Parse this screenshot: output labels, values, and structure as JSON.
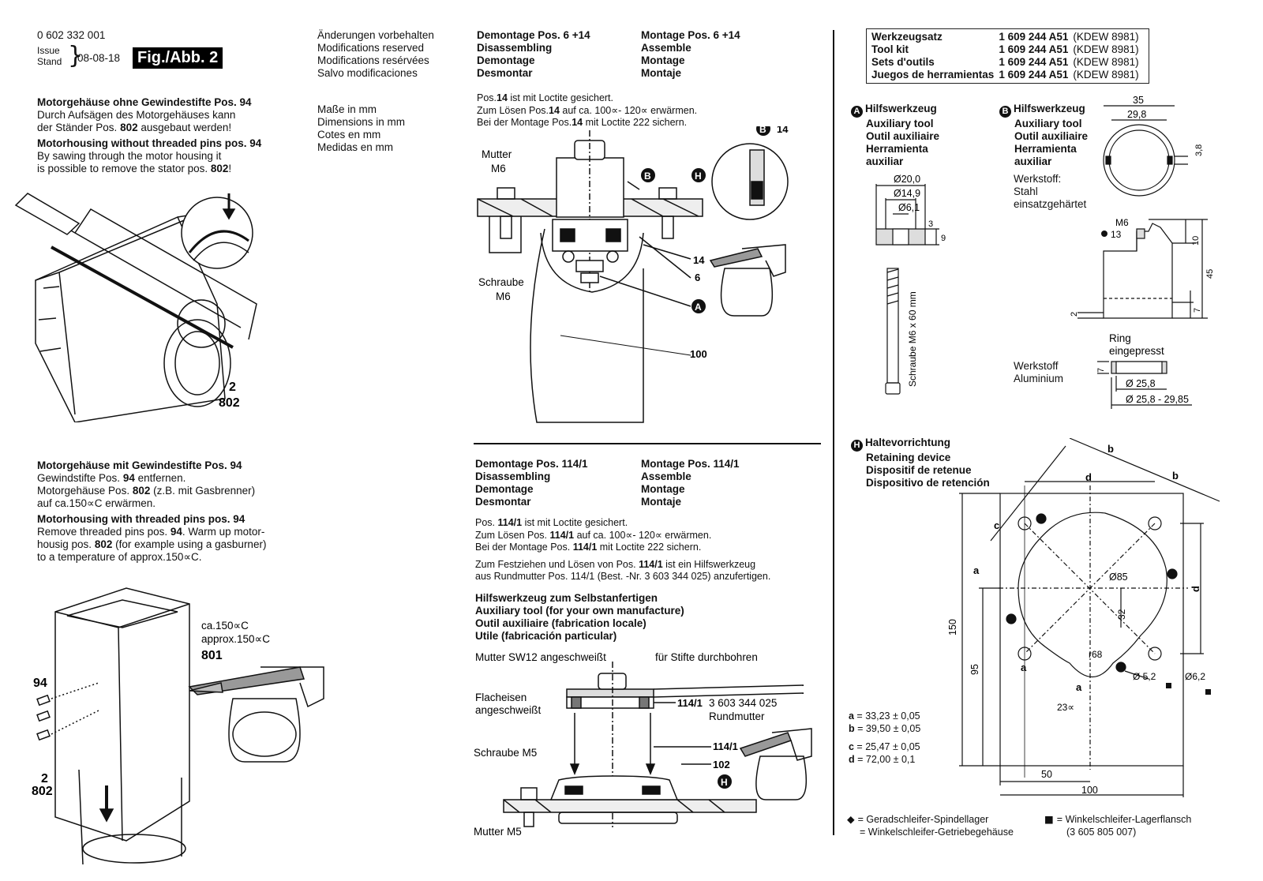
{
  "header": {
    "doc_number": "0 602 332 001",
    "issue_label": "Issue",
    "stand_label": "Stand",
    "date": "08-08-18",
    "fig_label": "Fig./Abb. 2",
    "changes": [
      "Änderungen vorbehalten",
      "Modifications reserved",
      "Modifications resérvées",
      "Salvo modificaciones"
    ],
    "units": [
      "Maße in mm",
      "Dimensions in mm",
      "Cotes en mm",
      "Medidas en mm"
    ]
  },
  "left": {
    "s1": {
      "de_title_a": "Motorgehäuse ohne Gewindestifte Pos. 94",
      "de_l1": "Durch Aufsägen des Motorgehäuses kann",
      "de_l2a": "der Ständer Pos. ",
      "de_l2b": "802",
      "de_l2c": " ausgebaut werden!",
      "en_title": "Motorhousing without threaded pins pos. 94",
      "en_l1": "By sawing through the motor housing it",
      "en_l2a": "is possible to remove the stator pos. ",
      "en_l2b": "802",
      "en_l2c": "!"
    },
    "fig1": {
      "lbl_2": "2",
      "lbl_802": "802"
    },
    "s2": {
      "de_title": "Motorgehäuse mit Gewindestifte Pos. 94",
      "de_l1a": "Gewindstifte Pos. ",
      "de_l1b": "94",
      "de_l1c": " entfernen.",
      "de_l2a": "Motorgehäuse Pos. ",
      "de_l2b": "802",
      "de_l2c": " (z.B. mit Gasbrenner)",
      "de_l3": "auf ca.150∝C erwärmen.",
      "en_title": "Motorhousing with threaded pins pos. 94",
      "en_l1a": "Remove threaded pins pos. ",
      "en_l1b": "94",
      "en_l1c": ". Warm up motor-",
      "en_l2a": "housig pos. ",
      "en_l2b": "802",
      "en_l2c": " (for example using a gasburner)",
      "en_l3": "to a temperature of approx.150∝C."
    },
    "fig2": {
      "temp_de": "ca.150∝C",
      "temp_en": "approx.150∝C",
      "lbl_801": "801",
      "lbl_94": "94",
      "lbl_2": "2",
      "lbl_802": "802"
    }
  },
  "middle_top": {
    "dis": [
      "Demontage Pos. 6 +14",
      "Disassembling",
      "Demontage",
      "Desmontar"
    ],
    "mon": [
      "Montage Pos. 6 +14",
      "Assemble",
      "Montage",
      "Montaje"
    ],
    "n1a": "Pos.",
    "n1b": "14",
    "n1c": " ist mit Loctite gesichert.",
    "n2a": "Zum Lösen Pos.",
    "n2b": "14",
    "n2c": " auf ca. 100∝- 120∝ erwärmen.",
    "n3a": "Bei der Montage Pos.",
    "n3b": "14",
    "n3c": " mit Loctite 222 sichern.",
    "fig": {
      "mutter": "Mutter",
      "m6a": "M6",
      "schraube": "Schraube",
      "m6b": "M6",
      "B": "B",
      "H": "H",
      "A": "A",
      "B2": "B",
      "n14": "14",
      "n14b": "14",
      "n6": "6",
      "n100": "100"
    }
  },
  "middle_bottom": {
    "dis": [
      "Demontage Pos. 114/1",
      "Disassembling",
      "Demontage",
      "Desmontar"
    ],
    "mon": [
      "Montage Pos. 114/1",
      "Assemble",
      "Montage",
      "Montaje"
    ],
    "n1a": "Pos. ",
    "n1b": "114/1",
    "n1c": " ist mit Loctite gesichert.",
    "n2a": "Zum Lösen Pos. ",
    "n2b": "114/1",
    "n2c": " auf ca. 100∝- 120∝ erwärmen.",
    "n3a": "Bei der Montage Pos. ",
    "n3b": "114/1",
    "n3c": " mit Loctite 222 sichern.",
    "n4a": "Zum Festziehen und Lösen von Pos.  ",
    "n4b": "114/1",
    "n4c": " ist ein Hilfswerkzeug",
    "n5": "aus Rundmutter Pos. 114/1 (Best. -Nr. 3 603 344 025) anzufertigen.",
    "aux": [
      "Hilfswerkzeug zum Selbstanfertigen",
      "Auxiliary tool (for your own manufacture)",
      "Outil auxiliaire (fabrication locale)",
      "Utile (fabricación particular)"
    ],
    "fig": {
      "mutter_sw12": "Mutter SW12 angeschweißt",
      "stifte": "für Stifte durchbohren",
      "flach1": "Flacheisen",
      "flach2": "angeschweißt",
      "p1141": "114/1",
      "partno": "3 603 344 025",
      "rundmutter": "Rundmutter",
      "schraube_m5": "Schraube M5",
      "p1141b": "114/1",
      "p102": "102",
      "H": "H",
      "mutter_m5": "Mutter M5"
    }
  },
  "right": {
    "kit": [
      [
        "Werkzeugsatz",
        "1 609 244 A51",
        "(KDEW 8981)"
      ],
      [
        "Tool kit",
        "1 609 244 A51",
        "(KDEW 8981)"
      ],
      [
        "Sets d'outils",
        "1 609 244 A51",
        "(KDEW 8981)"
      ],
      [
        "Juegos de herramientas",
        "1 609 244 A51",
        "(KDEW 8981)"
      ]
    ],
    "toolA": {
      "badge": "A",
      "lines": [
        "Hilfswerkzeug",
        "Auxiliary tool",
        "Outil auxiliaire",
        "Herramienta",
        "auxiliar"
      ],
      "d20": "Ø20,0",
      "d149": "Ø14,9",
      "d61": "Ø6,1",
      "dim3": "3",
      "dim9": "9",
      "screw": "Schraube M6 x 60 mm"
    },
    "toolB": {
      "badge": "B",
      "lines": [
        "Hilfswerkzeug",
        "Auxiliary tool",
        "Outil auxiliaire",
        "Herramienta",
        "auxiliar"
      ],
      "werkstoff": [
        "Werkstoff:",
        "Stahl",
        "einsatzgehärtet"
      ],
      "d35": "35",
      "d298": "29,8",
      "d38": "3,8",
      "m6": "M6",
      "n13": "13",
      "d10": "10",
      "d45": "45",
      "d7": "7",
      "d2": "2",
      "ring": [
        "Ring",
        "eingepresst"
      ],
      "alu": [
        "Werkstoff",
        "Aluminium"
      ],
      "r7": "7",
      "d258": "Ø 25,8",
      "d2585": "Ø 25,8 - 29,85"
    },
    "toolH": {
      "badge": "H",
      "lines": [
        "Haltevorrichtung",
        "Retaining device",
        "Dispositif de retenue",
        "Dispositivo de retención"
      ],
      "b1": "b",
      "b2": "b",
      "d1": "d",
      "d2": "d",
      "c": "c",
      "a1": "a",
      "a2": "a",
      "a3": "a",
      "d85": "Ø85",
      "n32": "32",
      "r68": "r68",
      "n23": "23∝",
      "d52": "Ø 5,2",
      "d62": "Ø6,2",
      "n150": "150",
      "n95": "95",
      "n50": "50",
      "n100": "100"
    },
    "dims": [
      {
        "k": "a",
        "v": " = 33,23 ± 0,05"
      },
      {
        "k": "b",
        "v": " = 39,50 ± 0,05"
      },
      {
        "k": "c",
        "v": " = 25,47 ± 0,05"
      },
      {
        "k": "d",
        "v": " = 72,00 ± 0,1"
      }
    ],
    "legend": {
      "dia1": "= Geradschleifer-Spindellager",
      "dia2": "= Winkelschleifer-Getriebegehäuse",
      "sq1": "= Winkelschleifer-Lagerflansch",
      "sq2": "(3 605 805 007)"
    }
  }
}
